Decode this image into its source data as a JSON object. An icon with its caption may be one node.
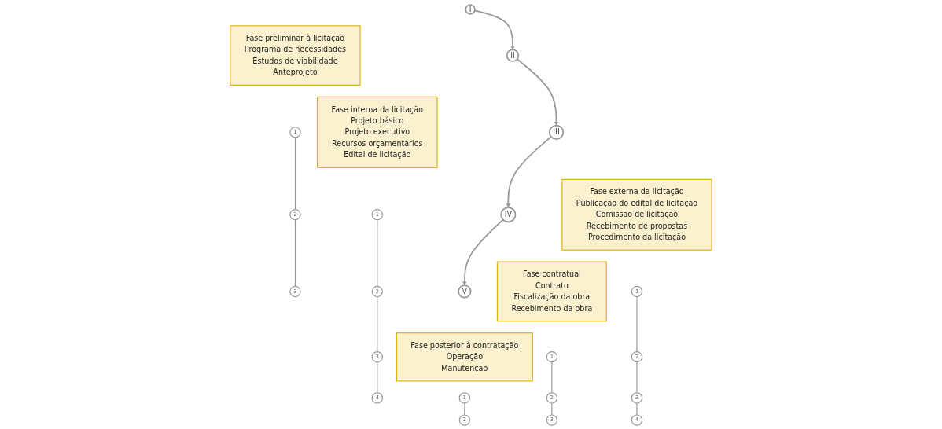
{
  "diagram": {
    "nodes": [
      {
        "text": [
          "I"
        ]
      },
      {
        "text": [
          "Fase preliminar à licitação",
          "Programa de necessidades",
          "Estudos de viabilidade",
          "Anteprojeto"
        ]
      },
      {
        "text": [
          "1"
        ]
      },
      {
        "text": [
          "2"
        ]
      },
      {
        "text": [
          "3"
        ]
      },
      {
        "text": [
          "II"
        ]
      },
      {
        "text": [
          "Fase interna da licitação",
          "Projeto básico",
          "Projeto executivo",
          "Recursos orçamentários",
          "Edital de licitação"
        ]
      },
      {
        "text": [
          "1"
        ]
      },
      {
        "text": [
          "2"
        ]
      },
      {
        "text": [
          "3"
        ]
      },
      {
        "text": [
          "4"
        ]
      },
      {
        "text": [
          "III"
        ]
      },
      {
        "text": [
          "Fase externa da licitação",
          "Publicação do edital de licitação",
          "Comissão de licitação",
          "Recebimento de propostas",
          "Procedimento da licitação"
        ]
      },
      {
        "text": [
          "1"
        ]
      },
      {
        "text": [
          "2"
        ]
      },
      {
        "text": [
          "3"
        ]
      },
      {
        "text": [
          "4"
        ]
      },
      {
        "text": [
          "IV"
        ]
      },
      {
        "text": [
          "Fase contratual",
          "Contrato",
          "Fiscalização da obra",
          "Recebimento da obra"
        ]
      },
      {
        "text": [
          "1"
        ]
      },
      {
        "text": [
          "2"
        ]
      },
      {
        "text": [
          "3"
        ]
      },
      {
        "text": [
          "V"
        ]
      },
      {
        "text": [
          "Fase posterior à contratação",
          "Operação",
          "Manutenção"
        ]
      },
      {
        "text": [
          "1"
        ]
      },
      {
        "text": [
          "2"
        ]
      }
    ],
    "edges": [
      {
        "from": 0,
        "to": 5,
        "arrow": "to"
      },
      {
        "from": 5,
        "to": 11,
        "arrow": "to"
      },
      {
        "from": 11,
        "to": 17,
        "arrow": "to"
      },
      {
        "from": 17,
        "to": 22,
        "arrow": "to"
      },
      {
        "from": 2,
        "to": 3,
        "arrow": "none"
      },
      {
        "from": 3,
        "to": 4,
        "arrow": "none"
      },
      {
        "from": 7,
        "to": 8,
        "arrow": "none"
      },
      {
        "from": 8,
        "to": 9,
        "arrow": "none"
      },
      {
        "from": 9,
        "to": 10,
        "arrow": "none"
      },
      {
        "from": 13,
        "to": 14,
        "arrow": "none"
      },
      {
        "from": 14,
        "to": 15,
        "arrow": "none"
      },
      {
        "from": 15,
        "to": 16,
        "arrow": "none"
      },
      {
        "from": 19,
        "to": 20,
        "arrow": "none"
      },
      {
        "from": 20,
        "to": 21,
        "arrow": "none"
      },
      {
        "from": 24,
        "to": 25,
        "arrow": "none"
      }
    ]
  }
}
